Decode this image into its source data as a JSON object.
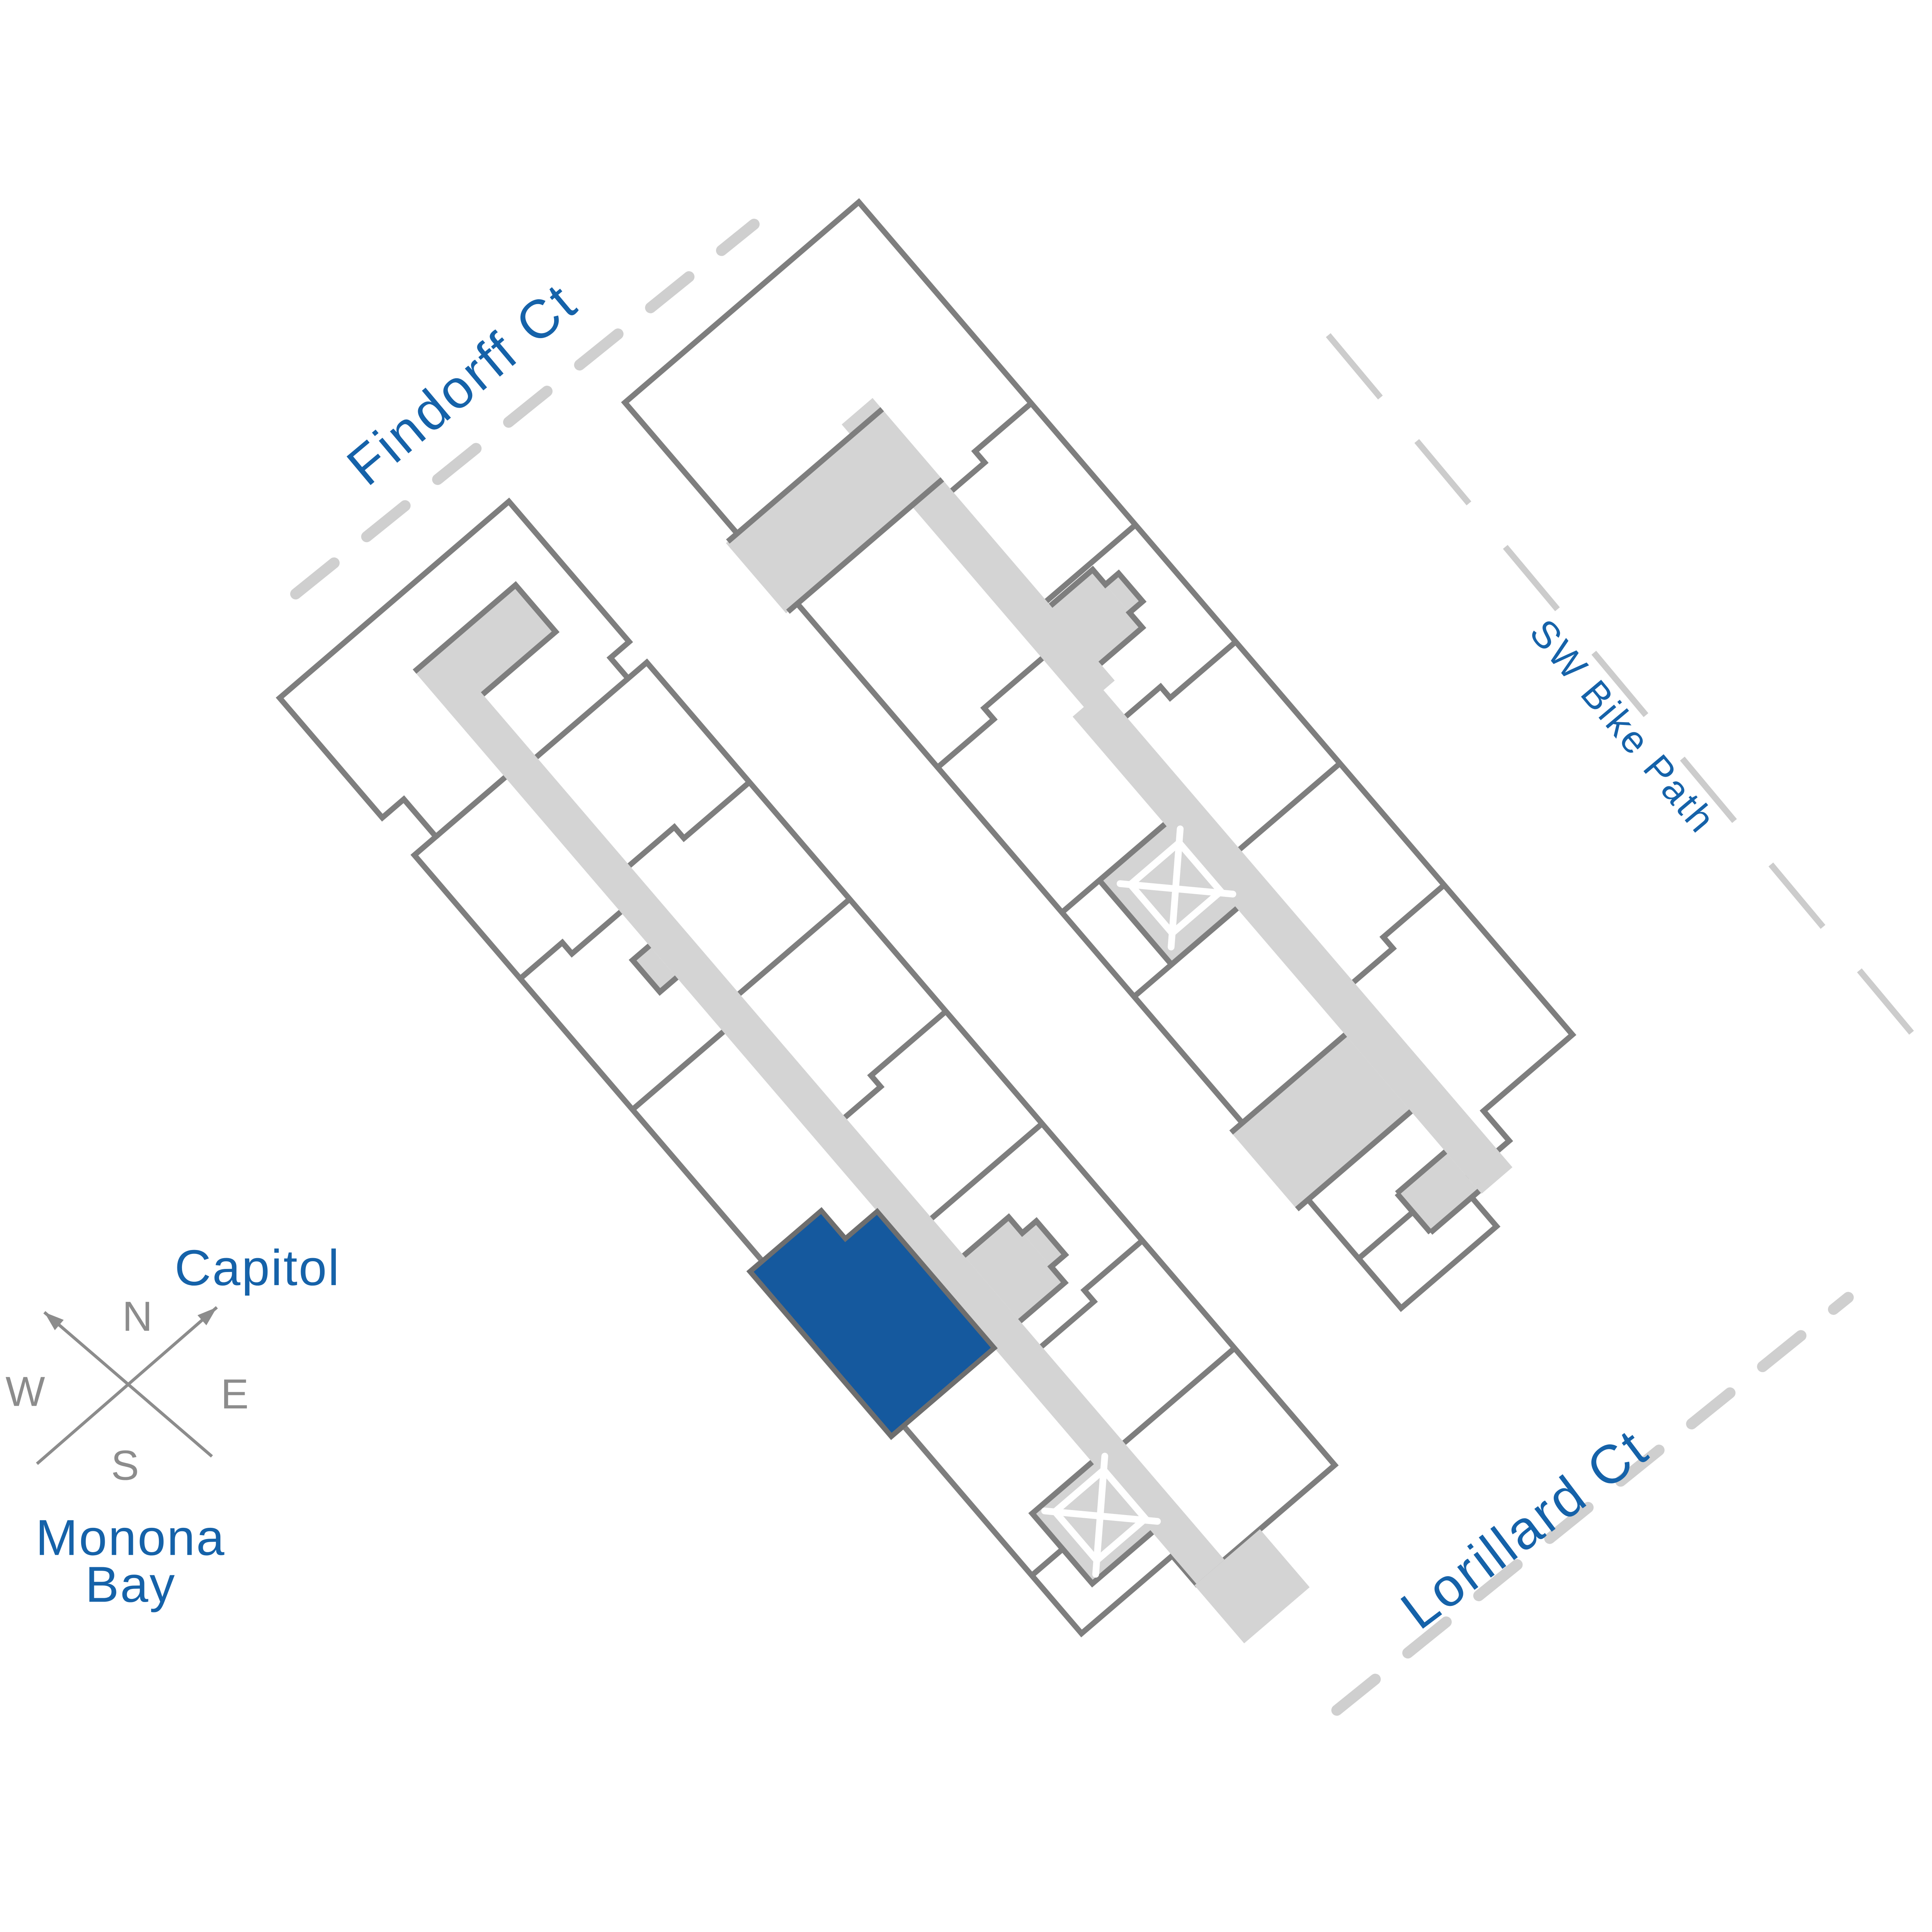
{
  "streets": {
    "findorff": {
      "label": "Findorff Ct"
    },
    "bike_path": {
      "label": "SW Bike Path"
    },
    "lorillard": {
      "label": "Lorillard Ct"
    }
  },
  "landmarks": {
    "capitol": "Capitol",
    "monona_line1": "Monona",
    "monona_line2": "Bay"
  },
  "compass": {
    "north": "N",
    "east": "E",
    "south": "S",
    "west": "W"
  },
  "colors": {
    "label_blue": "#1562a9",
    "selected_unit_blue": "#15599e",
    "wall_gray": "#7e7e7e",
    "corridor_gray": "#d4d4d4",
    "street_dash_gray": "#cfcfcf",
    "bike_dash_gray": "#cccccc",
    "compass_gray": "#8c8c8c",
    "background": "#ffffff"
  },
  "selected_unit": {
    "highlighted": true
  }
}
